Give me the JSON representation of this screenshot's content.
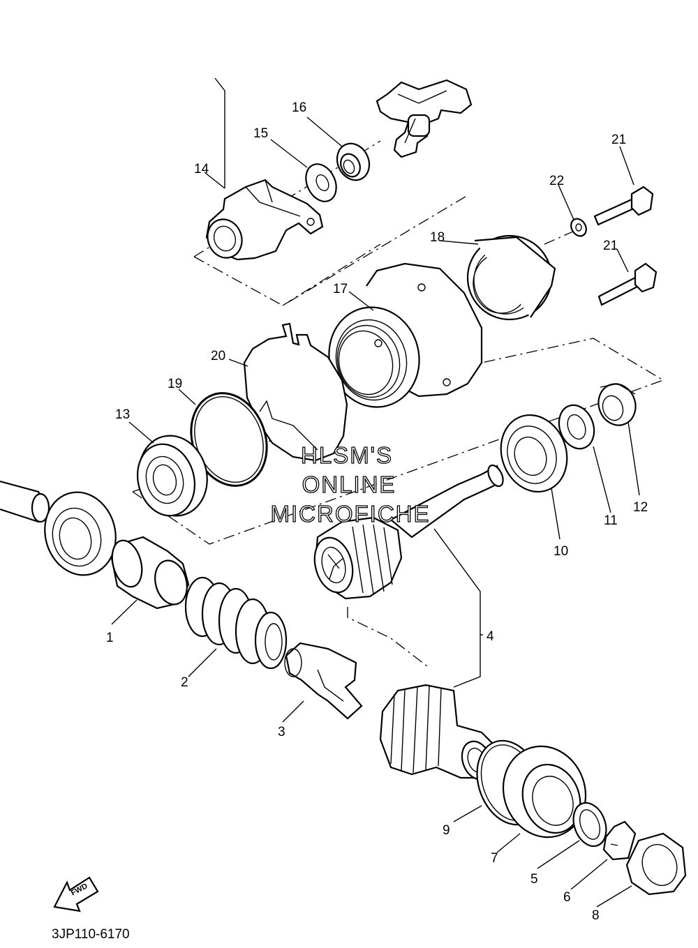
{
  "diagram": {
    "code": "3JP110-6170",
    "fwd_label": "FWD",
    "watermark": [
      "HLSM'S",
      "ONLINE",
      "MICROFICHE"
    ],
    "callouts": [
      "1",
      "2",
      "3",
      "4",
      "5",
      "6",
      "7",
      "8",
      "9",
      "10",
      "11",
      "12",
      "13",
      "14",
      "15",
      "16",
      "17",
      "18",
      "19",
      "20",
      "21",
      "21",
      "22"
    ]
  }
}
